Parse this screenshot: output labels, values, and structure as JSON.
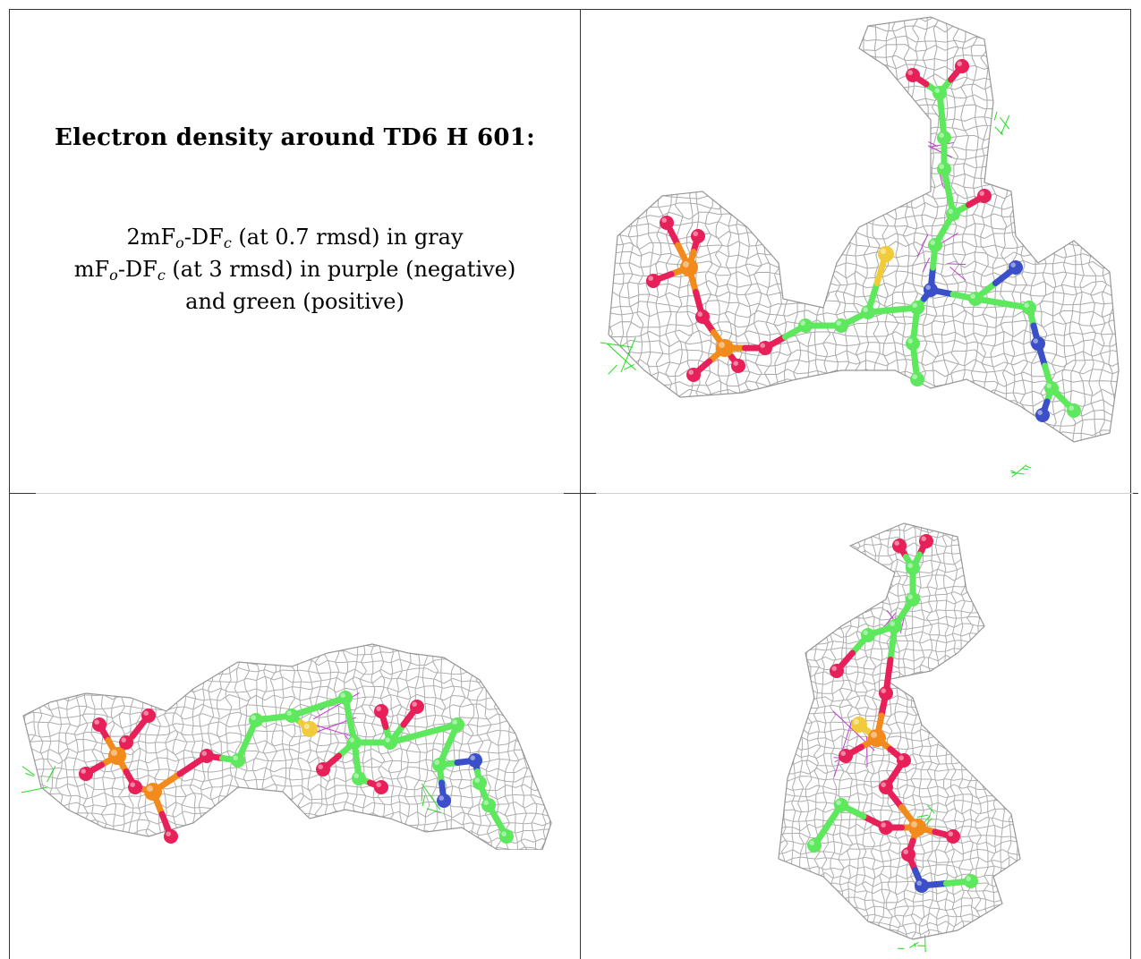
{
  "caption": {
    "title": "Electron density around TD6 H 601:",
    "line1": {
      "a": "2mF",
      "a_sub": "o",
      "b": "-DF",
      "b_sub": "c",
      "rest": " (at 0.7 rmsd) in gray"
    },
    "line2": {
      "a": "mF",
      "a_sub": "o",
      "b": "-DF",
      "b_sub": "c",
      "rest": " (at 3 rmsd) in purple (negative)"
    },
    "line3": "and green (positive)"
  },
  "colors": {
    "mesh_2fofc": "#8c8c8c",
    "mesh_negative": "#c43bd1",
    "mesh_positive": "#22dd22",
    "carbon": "#5ee85e",
    "oxygen": "#e8205a",
    "phosphorus": "#f28a1c",
    "nitrogen": "#3b4fc8",
    "sulfur": "#f0cc3a"
  },
  "views": [
    {
      "name": "top-right view"
    },
    {
      "name": "bottom-left view"
    },
    {
      "name": "bottom-right view"
    }
  ]
}
